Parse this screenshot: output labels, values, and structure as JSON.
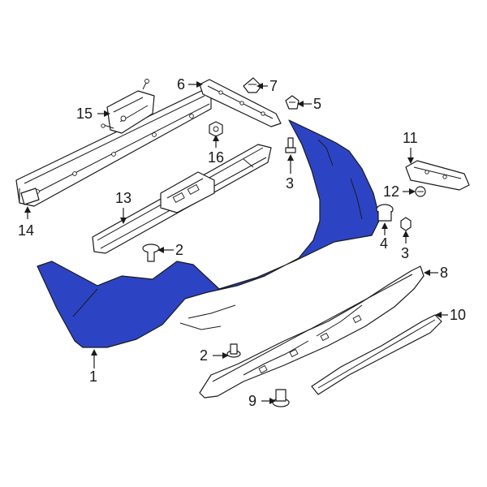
{
  "colors": {
    "highlight": "#2c44c4",
    "line": "#1a1a1a",
    "background": "#ffffff"
  },
  "callouts": {
    "c1": "1",
    "c2a": "2",
    "c2b": "2",
    "c3a": "3",
    "c3b": "3",
    "c4": "4",
    "c5": "5",
    "c6": "6",
    "c7": "7",
    "c8": "8",
    "c9": "9",
    "c10": "10",
    "c11": "11",
    "c12": "12",
    "c13": "13",
    "c14": "14",
    "c15": "15",
    "c16": "16"
  }
}
